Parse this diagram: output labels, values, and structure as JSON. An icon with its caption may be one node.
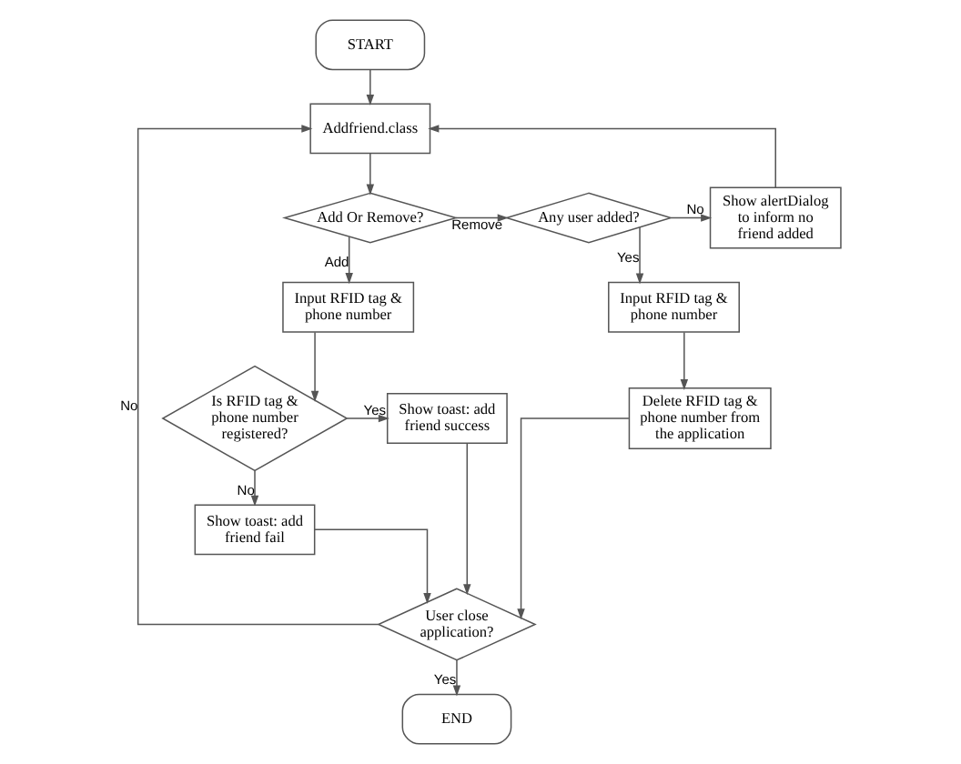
{
  "diagram": {
    "nodes": [
      {
        "text": [
          "START"
        ]
      },
      {
        "text": [
          "Addfriend.class"
        ]
      },
      {
        "text": [
          "Add Or Remove?"
        ]
      },
      {
        "text": [
          "Any user added?"
        ]
      },
      {
        "text": [
          "Show alertDialog to inform no friend added"
        ]
      },
      {
        "text": [
          "Input RFID tag & phone number"
        ]
      },
      {
        "text": [
          "Input RFID tag & phone number"
        ]
      },
      {
        "text": [
          "Is RFID tag & phone number registered?"
        ]
      },
      {
        "text": [
          "Show toast: add friend success"
        ]
      },
      {
        "text": [
          "Delete RFID tag & phone number from the application"
        ]
      },
      {
        "text": [
          "Show toast: add friend fail"
        ]
      },
      {
        "text": [
          "User close application?"
        ]
      },
      {
        "text": [
          "END"
        ]
      }
    ],
    "edges": [
      {
        "from": 0,
        "to": 1,
        "arrow": "to"
      },
      {
        "from": 1,
        "to": 2,
        "arrow": "to"
      },
      {
        "from": 2,
        "to": 3,
        "arrow": "to",
        "label": "Remove"
      },
      {
        "from": 3,
        "to": 4,
        "arrow": "to",
        "label": "No"
      },
      {
        "from": 2,
        "to": 5,
        "arrow": "to",
        "label": "Add"
      },
      {
        "from": 3,
        "to": 6,
        "arrow": "to",
        "label": "Yes"
      },
      {
        "from": 5,
        "to": 7,
        "arrow": "to"
      },
      {
        "from": 6,
        "to": 9,
        "arrow": "to"
      },
      {
        "from": 7,
        "to": 8,
        "arrow": "to",
        "label": "Yes"
      },
      {
        "from": 7,
        "to": 10,
        "arrow": "to",
        "label": "No"
      },
      {
        "from": 8,
        "to": 11,
        "arrow": "to"
      },
      {
        "from": 9,
        "to": 11,
        "arrow": "to"
      },
      {
        "from": 10,
        "to": 11,
        "arrow": "to"
      },
      {
        "from": 11,
        "to": 12,
        "arrow": "to",
        "label": "Yes"
      },
      {
        "from": 4,
        "to": 1,
        "arrow": "to"
      },
      {
        "from": 11,
        "to": 1,
        "arrow": "to",
        "label": "No"
      }
    ]
  }
}
